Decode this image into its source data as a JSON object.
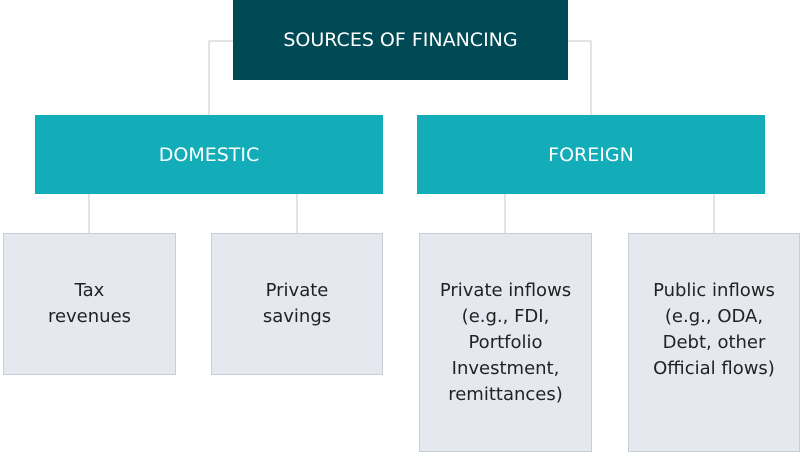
{
  "diagram": {
    "root": {
      "label": "SOURCES OF FINANCING"
    },
    "domestic": {
      "label": "DOMESTIC",
      "children": [
        {
          "label": "Tax\nrevenues"
        },
        {
          "label": "Private\nsavings"
        }
      ]
    },
    "foreign": {
      "label": "FOREIGN",
      "children": [
        {
          "label": "Private inflows\n(e.g., FDI,\nPortfolio\nInvestment,\nremittances)"
        },
        {
          "label": "Public inflows\n(e.g., ODA,\nDebt, other\nOfficial flows)"
        }
      ]
    },
    "colors": {
      "root_fill": "#004a55",
      "category_fill": "#12adb8",
      "leaf_fill": "#e6e8f0",
      "connector": "#c8c8c8"
    }
  }
}
